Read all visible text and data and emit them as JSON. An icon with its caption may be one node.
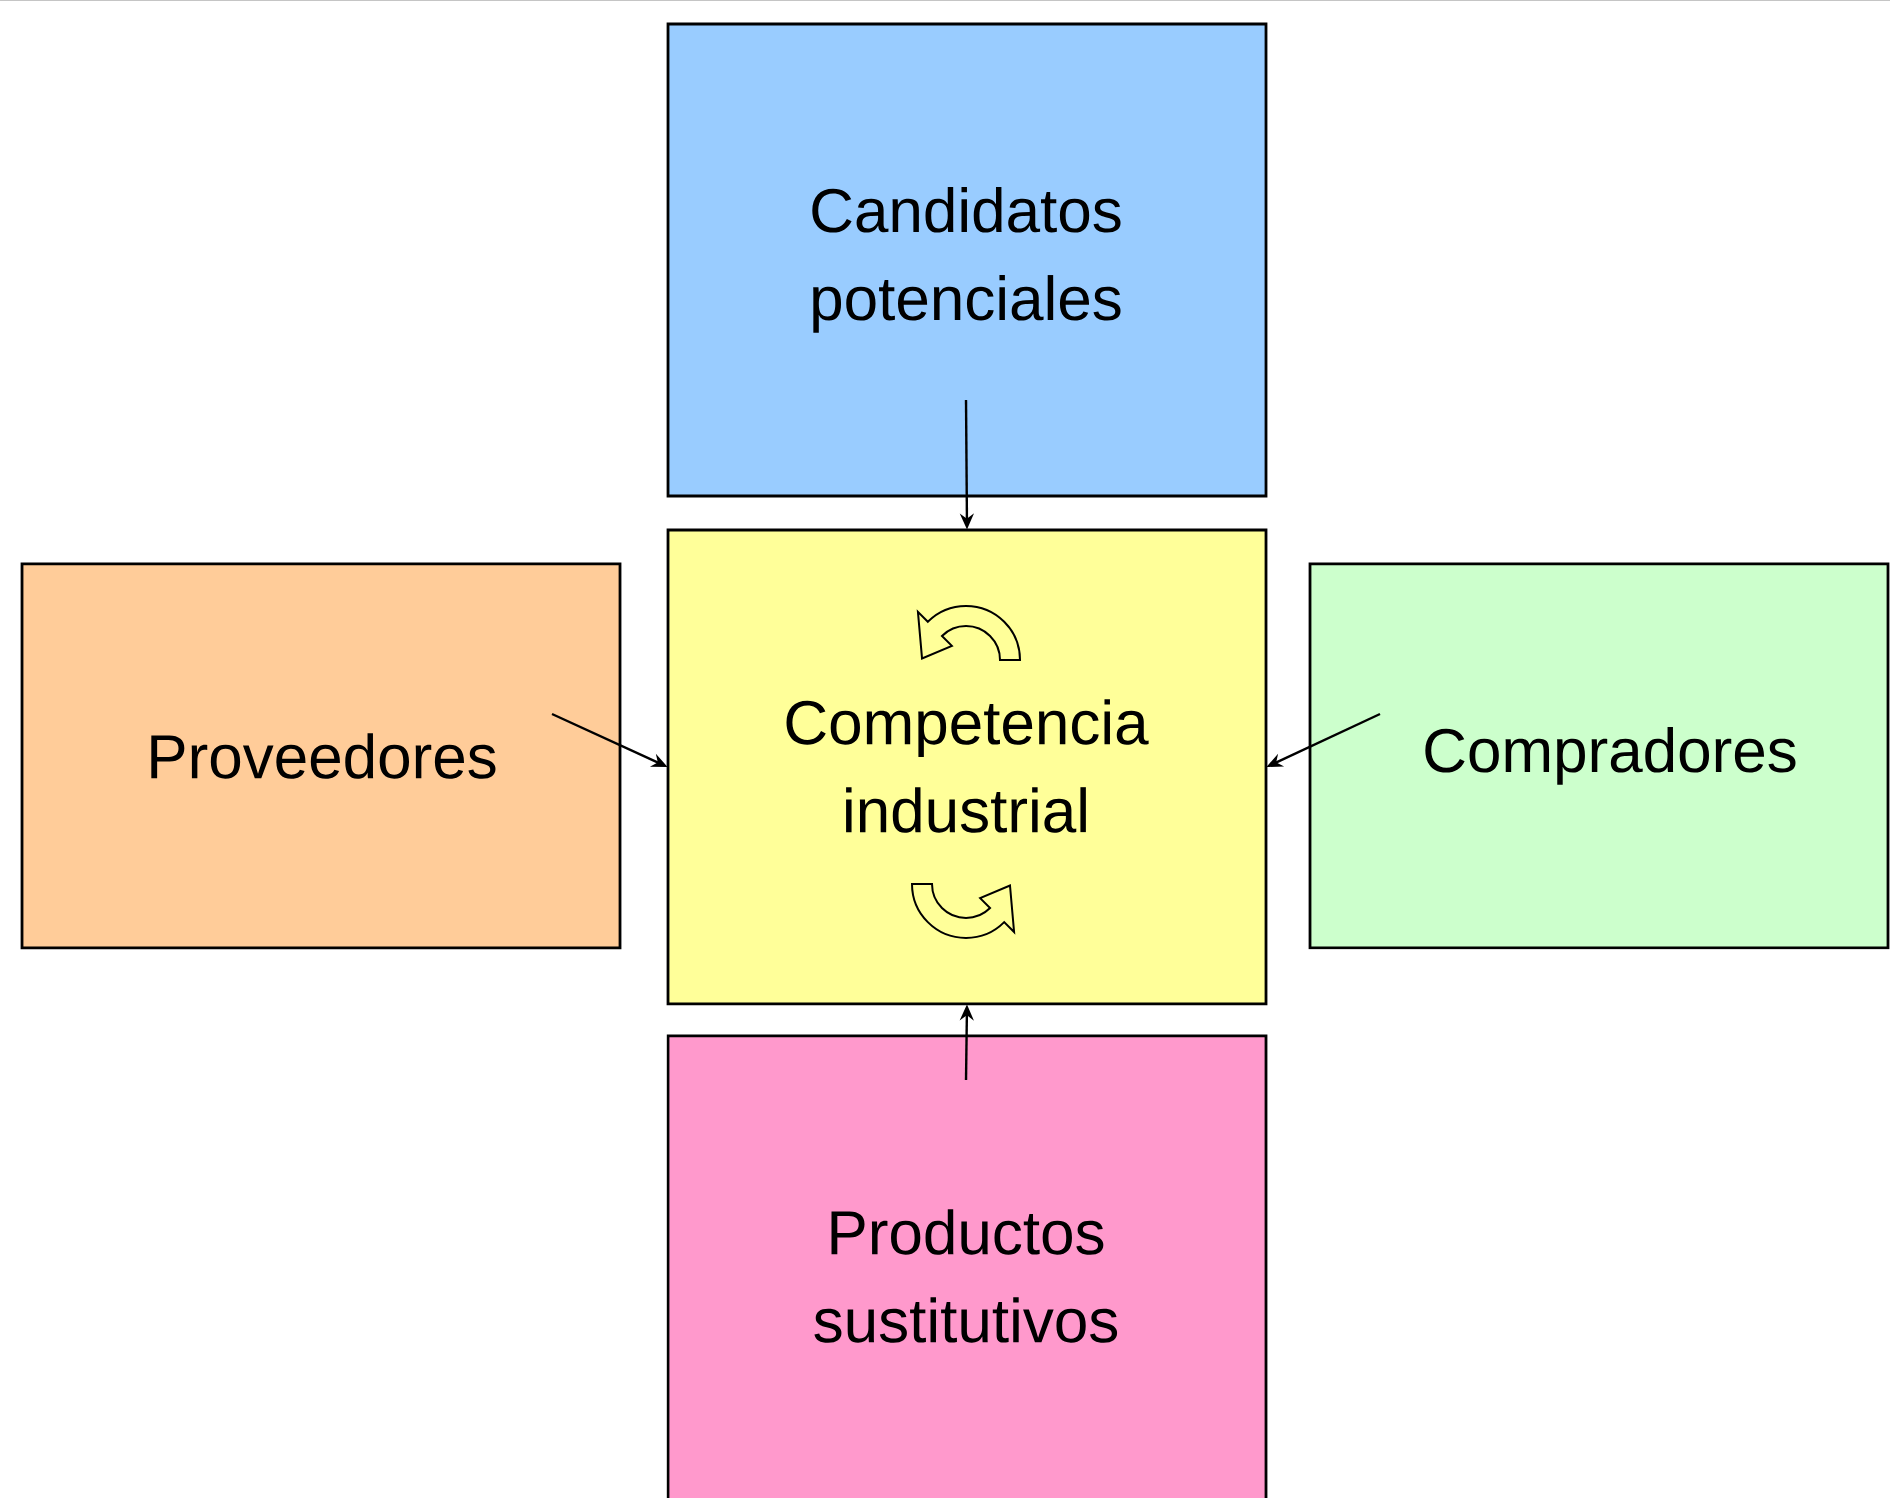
{
  "diagram": {
    "nodes": [
      {
        "text": [
          "Candidatos potenciales"
        ]
      },
      {
        "text": [
          "Competencia industrial"
        ]
      },
      {
        "text": [
          "Proveedores"
        ]
      },
      {
        "text": [
          "Compradores"
        ]
      },
      {
        "text": [
          "Productos sustitutivos"
        ]
      }
    ],
    "edges": [
      {
        "from": 0,
        "to": 1,
        "arrow": "to"
      },
      {
        "from": 2,
        "to": 1,
        "arrow": "to"
      },
      {
        "from": 3,
        "to": 1,
        "arrow": "to"
      },
      {
        "from": 4,
        "to": 1,
        "arrow": "to"
      }
    ]
  }
}
